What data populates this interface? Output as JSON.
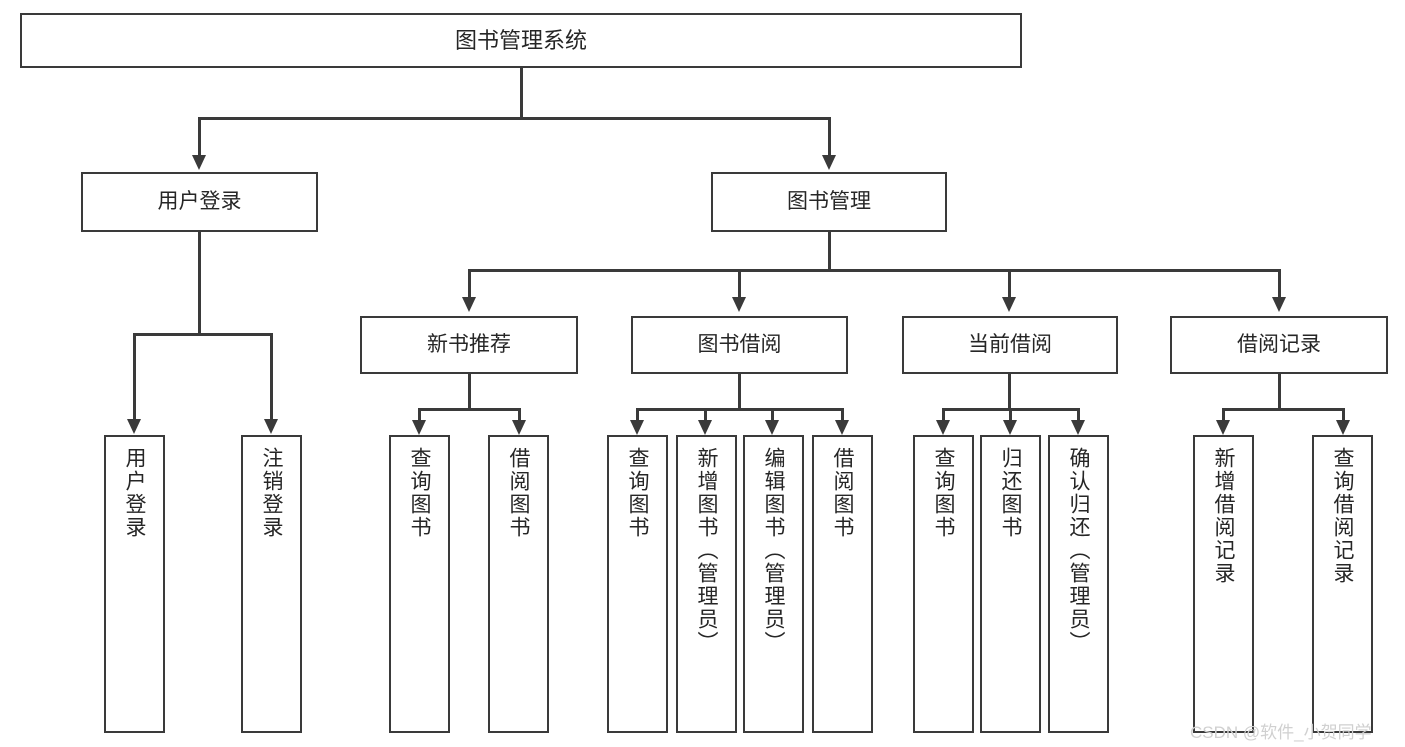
{
  "diagram": {
    "title": "图书管理系统",
    "type": "hierarchy-tree",
    "watermark": "CSDN @软件_小贺同学",
    "colors": {
      "stroke": "#3a3a3a",
      "text": "#262626",
      "background": "#ffffff",
      "watermark": "#d0d0d0"
    },
    "root": {
      "label": "图书管理系统"
    },
    "level2": [
      {
        "label": "用户登录"
      },
      {
        "label": "图书管理"
      }
    ],
    "level3": [
      {
        "label": "新书推荐"
      },
      {
        "label": "图书借阅"
      },
      {
        "label": "当前借阅"
      },
      {
        "label": "借阅记录"
      }
    ],
    "leaves": {
      "user_login": [
        {
          "label": "用户登录"
        },
        {
          "label": "注销登录"
        }
      ],
      "new_book_recommend": [
        {
          "label": "查询图书"
        },
        {
          "label": "借阅图书"
        }
      ],
      "book_borrow": [
        {
          "label": "查询图书"
        },
        {
          "label": "新增图书（管理员）"
        },
        {
          "label": "编辑图书（管理员）"
        },
        {
          "label": "借阅图书"
        }
      ],
      "current_borrow": [
        {
          "label": "查询图书"
        },
        {
          "label": "归还图书"
        },
        {
          "label": "确认归还（管理员）"
        }
      ],
      "borrow_record": [
        {
          "label": "新增借阅记录"
        },
        {
          "label": "查询借阅记录"
        }
      ]
    }
  }
}
